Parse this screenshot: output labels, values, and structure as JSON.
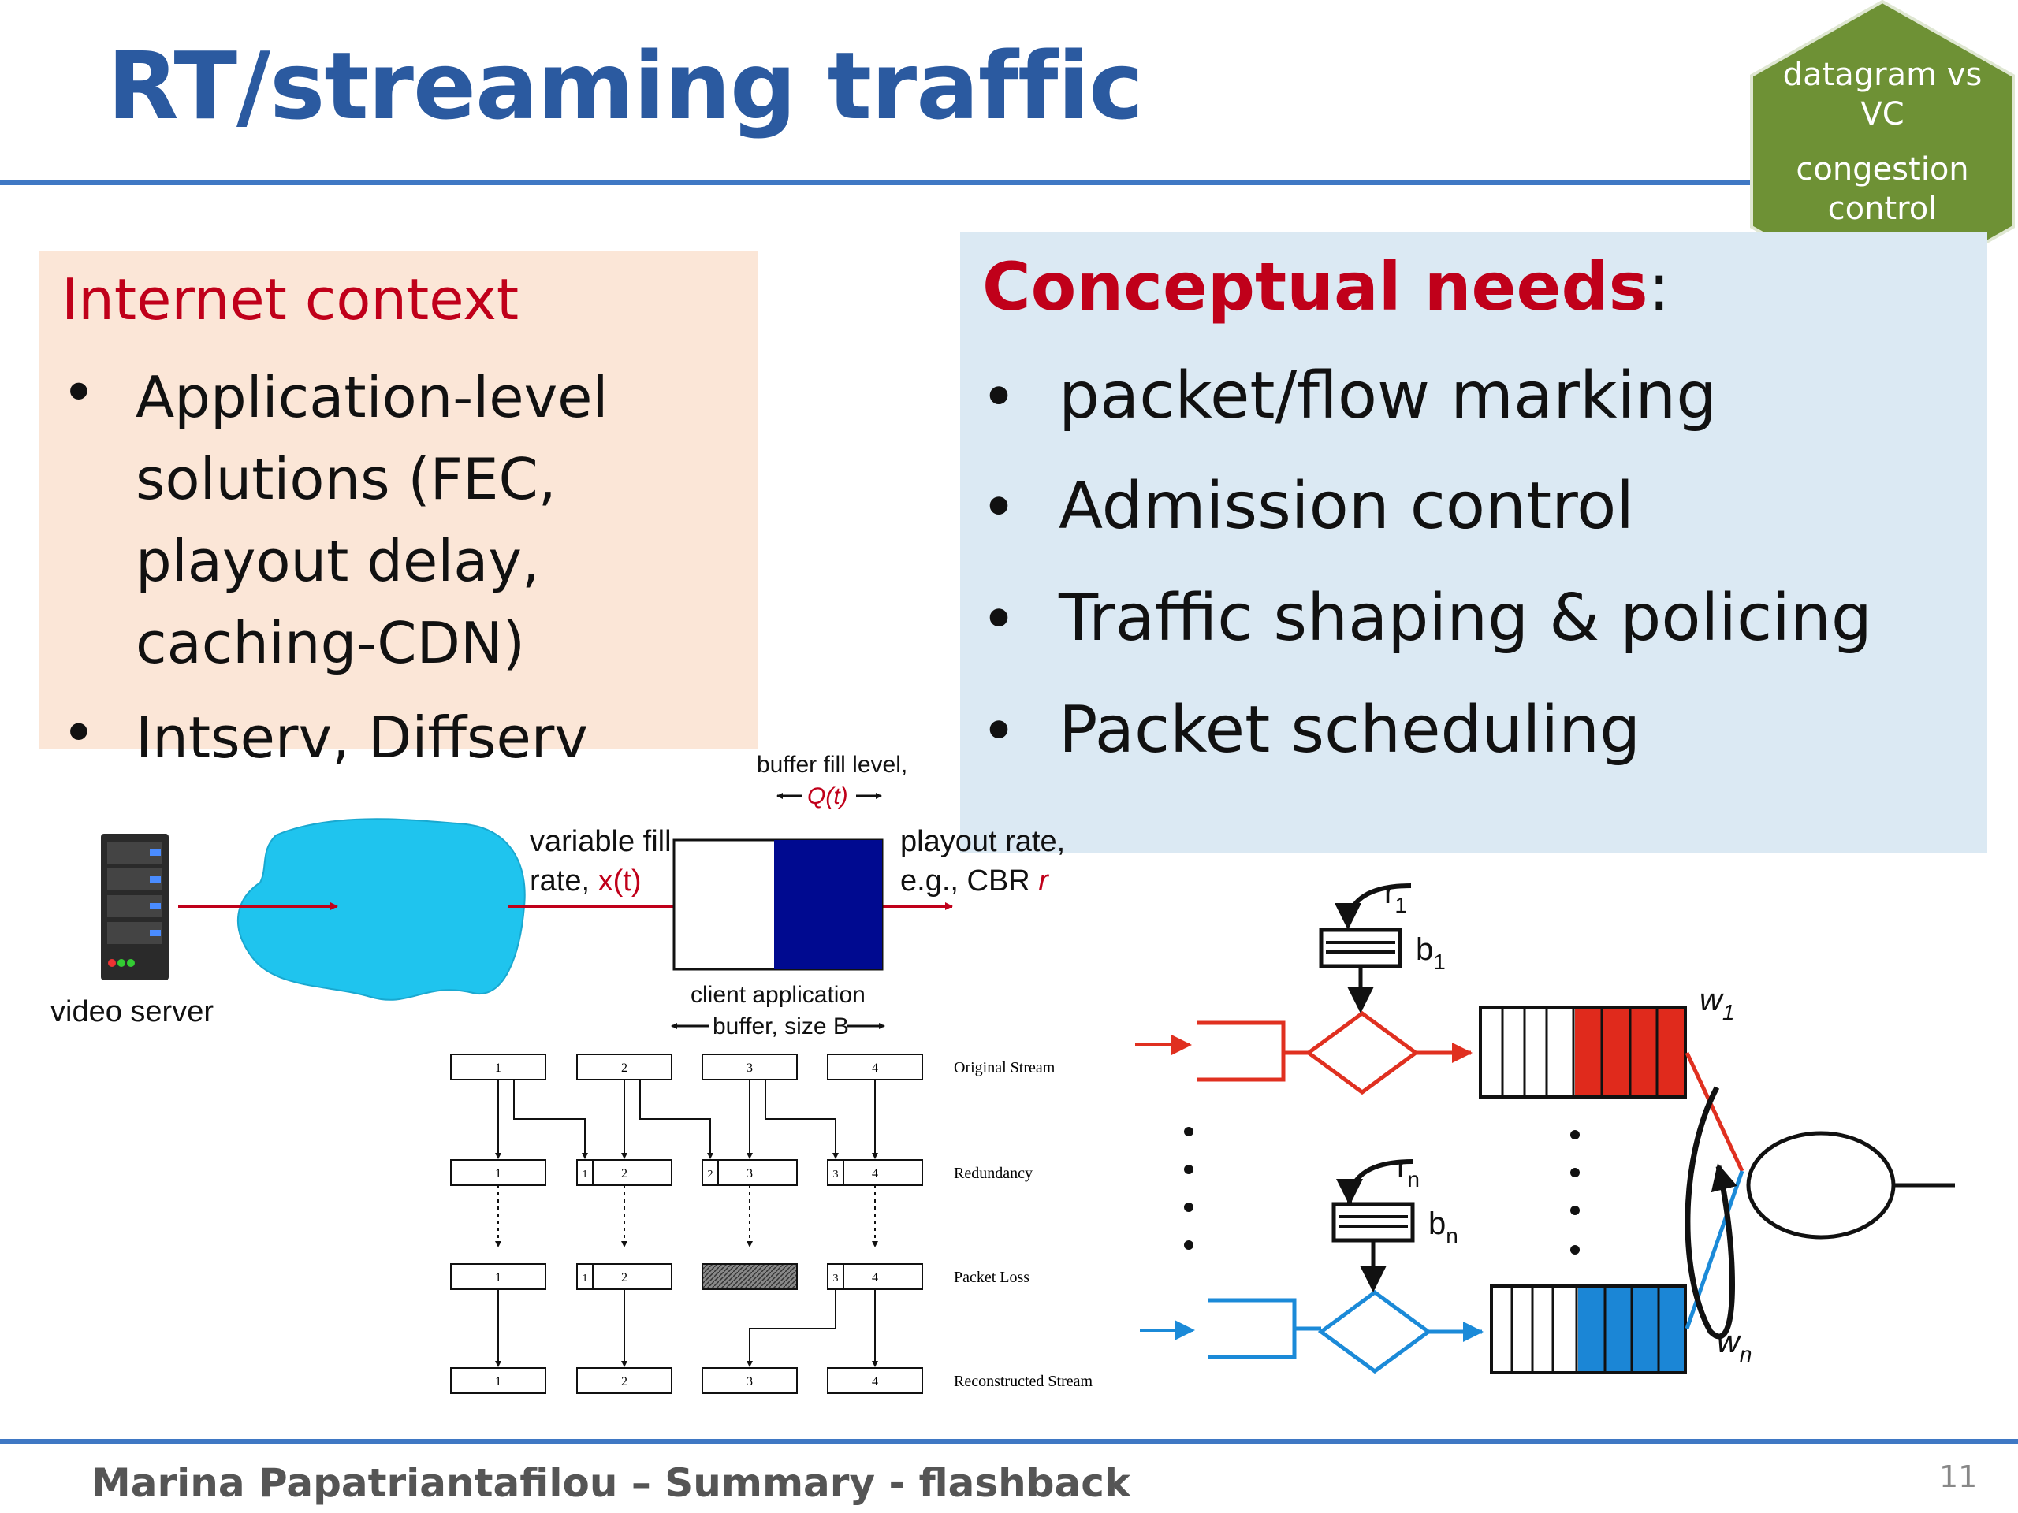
{
  "slide": {
    "title": "RT/streaming traffic",
    "page_number": "11",
    "footer": "Marina Papatriantafilou –  Summary - flashback"
  },
  "badge": {
    "line1": "datagram vs",
    "line2": "VC",
    "line3": "congestion",
    "line4": "control",
    "color": "#6e9135"
  },
  "left_panel": {
    "heading": "Internet context",
    "bullets": [
      [
        "Application-level",
        "solutions (FEC,",
        "playout delay,",
        "caching-CDN)"
      ],
      [
        "Intserv, Diffserv"
      ]
    ]
  },
  "right_panel": {
    "heading_bold": "Conceptual needs",
    "heading_rest": ":",
    "bullets": [
      "packet/flow marking",
      "Admission control",
      "Traffic shaping & policing",
      "Packet scheduling"
    ]
  },
  "streaming_diagram": {
    "server_label": "video server",
    "fill_rate_1": "variable fill",
    "fill_rate_2": "rate, ",
    "fill_rate_var": "x(t)",
    "buffer_level_1": "buffer fill level,",
    "buffer_level_var": "Q(t)",
    "playout_1": "playout rate,",
    "playout_2": "e.g., CBR ",
    "playout_var": "r",
    "client_1": "client  application",
    "client_2": "buffer, size B"
  },
  "fec_diagram": {
    "rows": [
      "Original Stream",
      "Redundancy",
      "Packet Loss",
      "Reconstructed Stream"
    ],
    "packets": [
      "1",
      "2",
      "3",
      "4"
    ]
  },
  "scheduler_diagram": {
    "r1": "r",
    "r1_sub": "1",
    "b1": "b",
    "b1_sub": "1",
    "rn": "r",
    "rn_sub": "n",
    "bn": "b",
    "bn_sub": "n",
    "w1": "w",
    "w1_sub": "1",
    "wn": "w",
    "wn_sub": "n"
  }
}
